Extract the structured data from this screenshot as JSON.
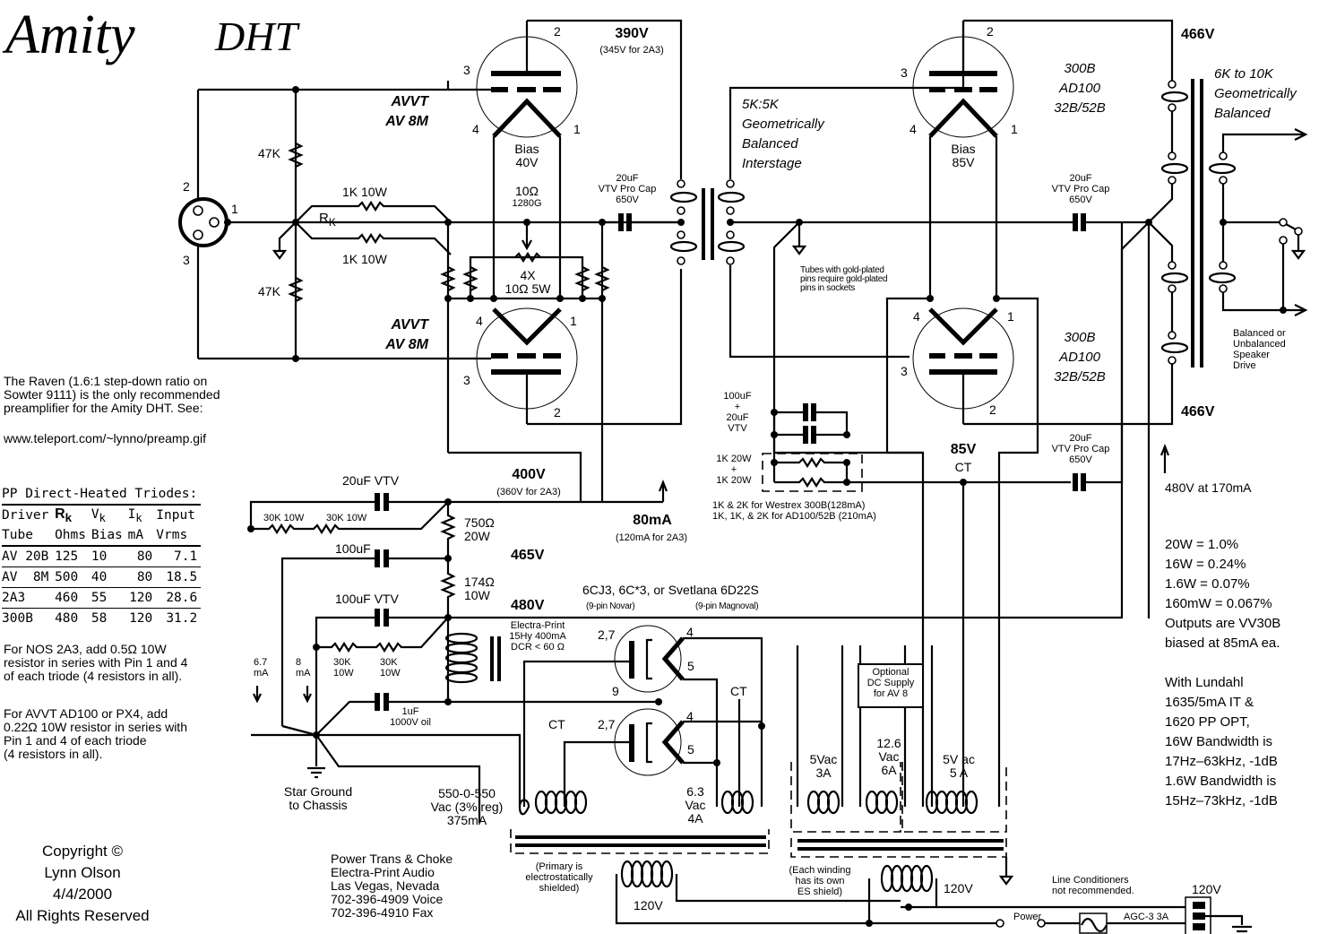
{
  "title": {
    "main": "Amity",
    "sub": "DHT"
  },
  "input": {
    "xlr_pins": [
      "2",
      "1",
      "3"
    ],
    "r_top": "47K",
    "r_bottom": "47K",
    "rk_label": "R",
    "rk_sub": "K",
    "r1": "1K 10W",
    "r2": "1K 10W"
  },
  "driver": {
    "tube_top_label": [
      "AVVT",
      "AV 8M"
    ],
    "tube_bottom_label": [
      "AVVT",
      "AV 8M"
    ],
    "pins_top": {
      "p2": "2",
      "p3": "3",
      "p4": "4",
      "p1": "1"
    },
    "pins_bottom": {
      "p4": "4",
      "p1": "1",
      "p3": "3",
      "p2": "2"
    },
    "bias": "Bias",
    "bias_v": "40V",
    "hum_pot": "10Ω",
    "hum_pot_part": "1280G",
    "res_array": "4X",
    "res_array_val": "10Ω 5W",
    "plate_v": "390V",
    "plate_v_note": "(345V for 2A3)",
    "coupling_cap": [
      "20uF",
      "VTV Pro Cap",
      "650V"
    ]
  },
  "interstage": {
    "lines": [
      "5K:5K",
      "Geometrically",
      "Balanced",
      "Interstage"
    ]
  },
  "output": {
    "tube_top_label": [
      "300B",
      "AD100",
      "32B/52B"
    ],
    "tube_bottom_label": [
      "300B",
      "AD100",
      "32B/52B"
    ],
    "pins_top": {
      "p2": "2",
      "p3": "3",
      "p4": "4",
      "p1": "1"
    },
    "pins_bottom": {
      "p4": "4",
      "p1": "1",
      "p3": "3",
      "p2": "2"
    },
    "bias": "Bias",
    "bias_v": "85V",
    "v_top": "466V",
    "v_bottom": "466V",
    "cap_top": [
      "20uF",
      "VTV Pro Cap",
      "650V"
    ],
    "cap_bottom": [
      "20uF",
      "VTV Pro Cap",
      "650V"
    ],
    "gold_note": [
      "Tubes with gold-plated",
      "pins require gold-plated",
      "pins in sockets"
    ],
    "ct_v": "85V",
    "ct": "CT",
    "cathode_caps": [
      "100uF",
      "+",
      "20uF",
      "VTV"
    ],
    "cathode_res": [
      "1K 20W",
      "+",
      "1K 20W"
    ],
    "cathode_notes": [
      "1K & 2K for Westrex 300B(128mA)",
      "1K, 1K, & 2K for AD100/52B (210mA)"
    ],
    "supply_note": "480V at 170mA"
  },
  "opt": {
    "lines": [
      "6K to 10K",
      "Geometrically",
      "Balanced"
    ],
    "speaker_note": [
      "Balanced or",
      "Unbalanced",
      "Speaker",
      "Drive"
    ]
  },
  "power_supply": {
    "cap_20uf": "20uF VTV",
    "r30k_a": "30K 10W",
    "r30k_b": "30K 10W",
    "r750": "750Ω",
    "r750_w": "20W",
    "v400": "400V",
    "v400_note": "(360V for 2A3)",
    "ma80": "80mA",
    "ma80_note": "(120mA for 2A3)",
    "cap100": "100uF",
    "v465": "465V",
    "r174": "174Ω",
    "r174_w": "10W",
    "cap100vtv": "100uF VTV",
    "v480": "480V",
    "rect_tubes": "6CJ3, 6C*3, or Svetlana 6D22S",
    "rect_note1": "(9-pin Novar)",
    "rect_note2": "(9-pin Magnoval)",
    "choke": [
      "Electra-Print",
      "15Hy 400mA",
      "DCR < 60 Ω"
    ],
    "r30k_c": [
      "30K",
      "10W"
    ],
    "r30k_d": [
      "30K",
      "10W"
    ],
    "i67": [
      "6.7",
      "mA"
    ],
    "i8": [
      "8",
      "mA"
    ],
    "cap1uf": [
      "1uF",
      "1000V oil"
    ],
    "rect_pins": {
      "a": "2,7",
      "b": "4",
      "c": "5",
      "d": "9",
      "e": "2,7",
      "f": "4",
      "g": "5"
    },
    "ct1": "CT",
    "ct2": "CT",
    "star_ground": [
      "Star Ground",
      "to Chassis"
    ],
    "ht_winding": [
      "550-0-550",
      "Vac (3% reg)",
      "375mA"
    ],
    "heater_winding": [
      "6.3",
      "Vac",
      "4A"
    ],
    "primary_note": [
      "(Primary is",
      "electrostatically",
      "shielded)"
    ],
    "primary_v": "120V",
    "supplier": [
      "Power Trans & Choke",
      "Electra-Print Audio",
      "Las Vegas, Nevada",
      "702-396-4909 Voice",
      "702-396-4910 Fax"
    ],
    "fil_5v3a": [
      "5Vac",
      "3A"
    ],
    "fil_126": [
      "12.6",
      "Vac",
      "6A"
    ],
    "fil_5v5a": [
      "5V  ac",
      "5  A"
    ],
    "dc_supply": [
      "Optional",
      "DC Supply",
      "for AV 8"
    ],
    "es_note": [
      "(Each winding",
      "has its own",
      "ES shield)"
    ],
    "primary2_v": "120V",
    "line_note": [
      "Line Conditioners",
      "not recommended."
    ],
    "mains_v": "120V",
    "switch": "Power",
    "fuse": "AGC-3  3A"
  },
  "notes": {
    "raven": [
      "The Raven (1.6:1 step-down ratio on",
      "Sowter 9111) is the only recommended",
      "preamplifier for the Amity DHT.  See:"
    ],
    "url": "www.teleport.com/~lynno/preamp.gif",
    "nos2a3": [
      "For NOS 2A3, add 0.5Ω 10W",
      "resistor in series with Pin 1 and 4",
      "of each triode (4 resistors in all)."
    ],
    "avvt": [
      "For AVVT AD100 or PX4, add",
      "0.22Ω 10W resistor in series with",
      "Pin 1 and 4 of each triode",
      "(4 resistors in all)."
    ],
    "copyright": [
      "Copyright ©",
      "Lynn Olson",
      "4/4/2000",
      "All Rights Reserved"
    ],
    "specs": [
      "20W = 1.0%",
      "16W = 0.24%",
      "1.6W = 0.07%",
      "160mW = 0.067%",
      "Outputs are VV30B",
      "biased at 85mA ea.",
      "",
      "With Lundahl",
      "1635/5mA IT &",
      "1620 PP OPT,",
      "16W Bandwidth is",
      "17Hz–63kHz, -1dB",
      "1.6W Bandwidth is",
      "15Hz–73kHz, -1dB"
    ]
  },
  "table": {
    "caption": "PP Direct-Heated Triodes:",
    "header1": [
      "Driver",
      "R",
      "V",
      "I",
      "Input"
    ],
    "header_subs": [
      "",
      "k",
      "k",
      "k",
      ""
    ],
    "header2": [
      "Tube",
      "Ohms",
      "Bias",
      "mA",
      "Vrms"
    ],
    "rows": [
      [
        "AV 20B",
        "125",
        "10",
        "80",
        "7.1"
      ],
      [
        "AV  8M",
        "500",
        "40",
        "80",
        "18.5"
      ],
      [
        "2A3",
        "460",
        "55",
        "120",
        "28.6"
      ],
      [
        "300B",
        "480",
        "58",
        "120",
        "31.2"
      ]
    ]
  }
}
